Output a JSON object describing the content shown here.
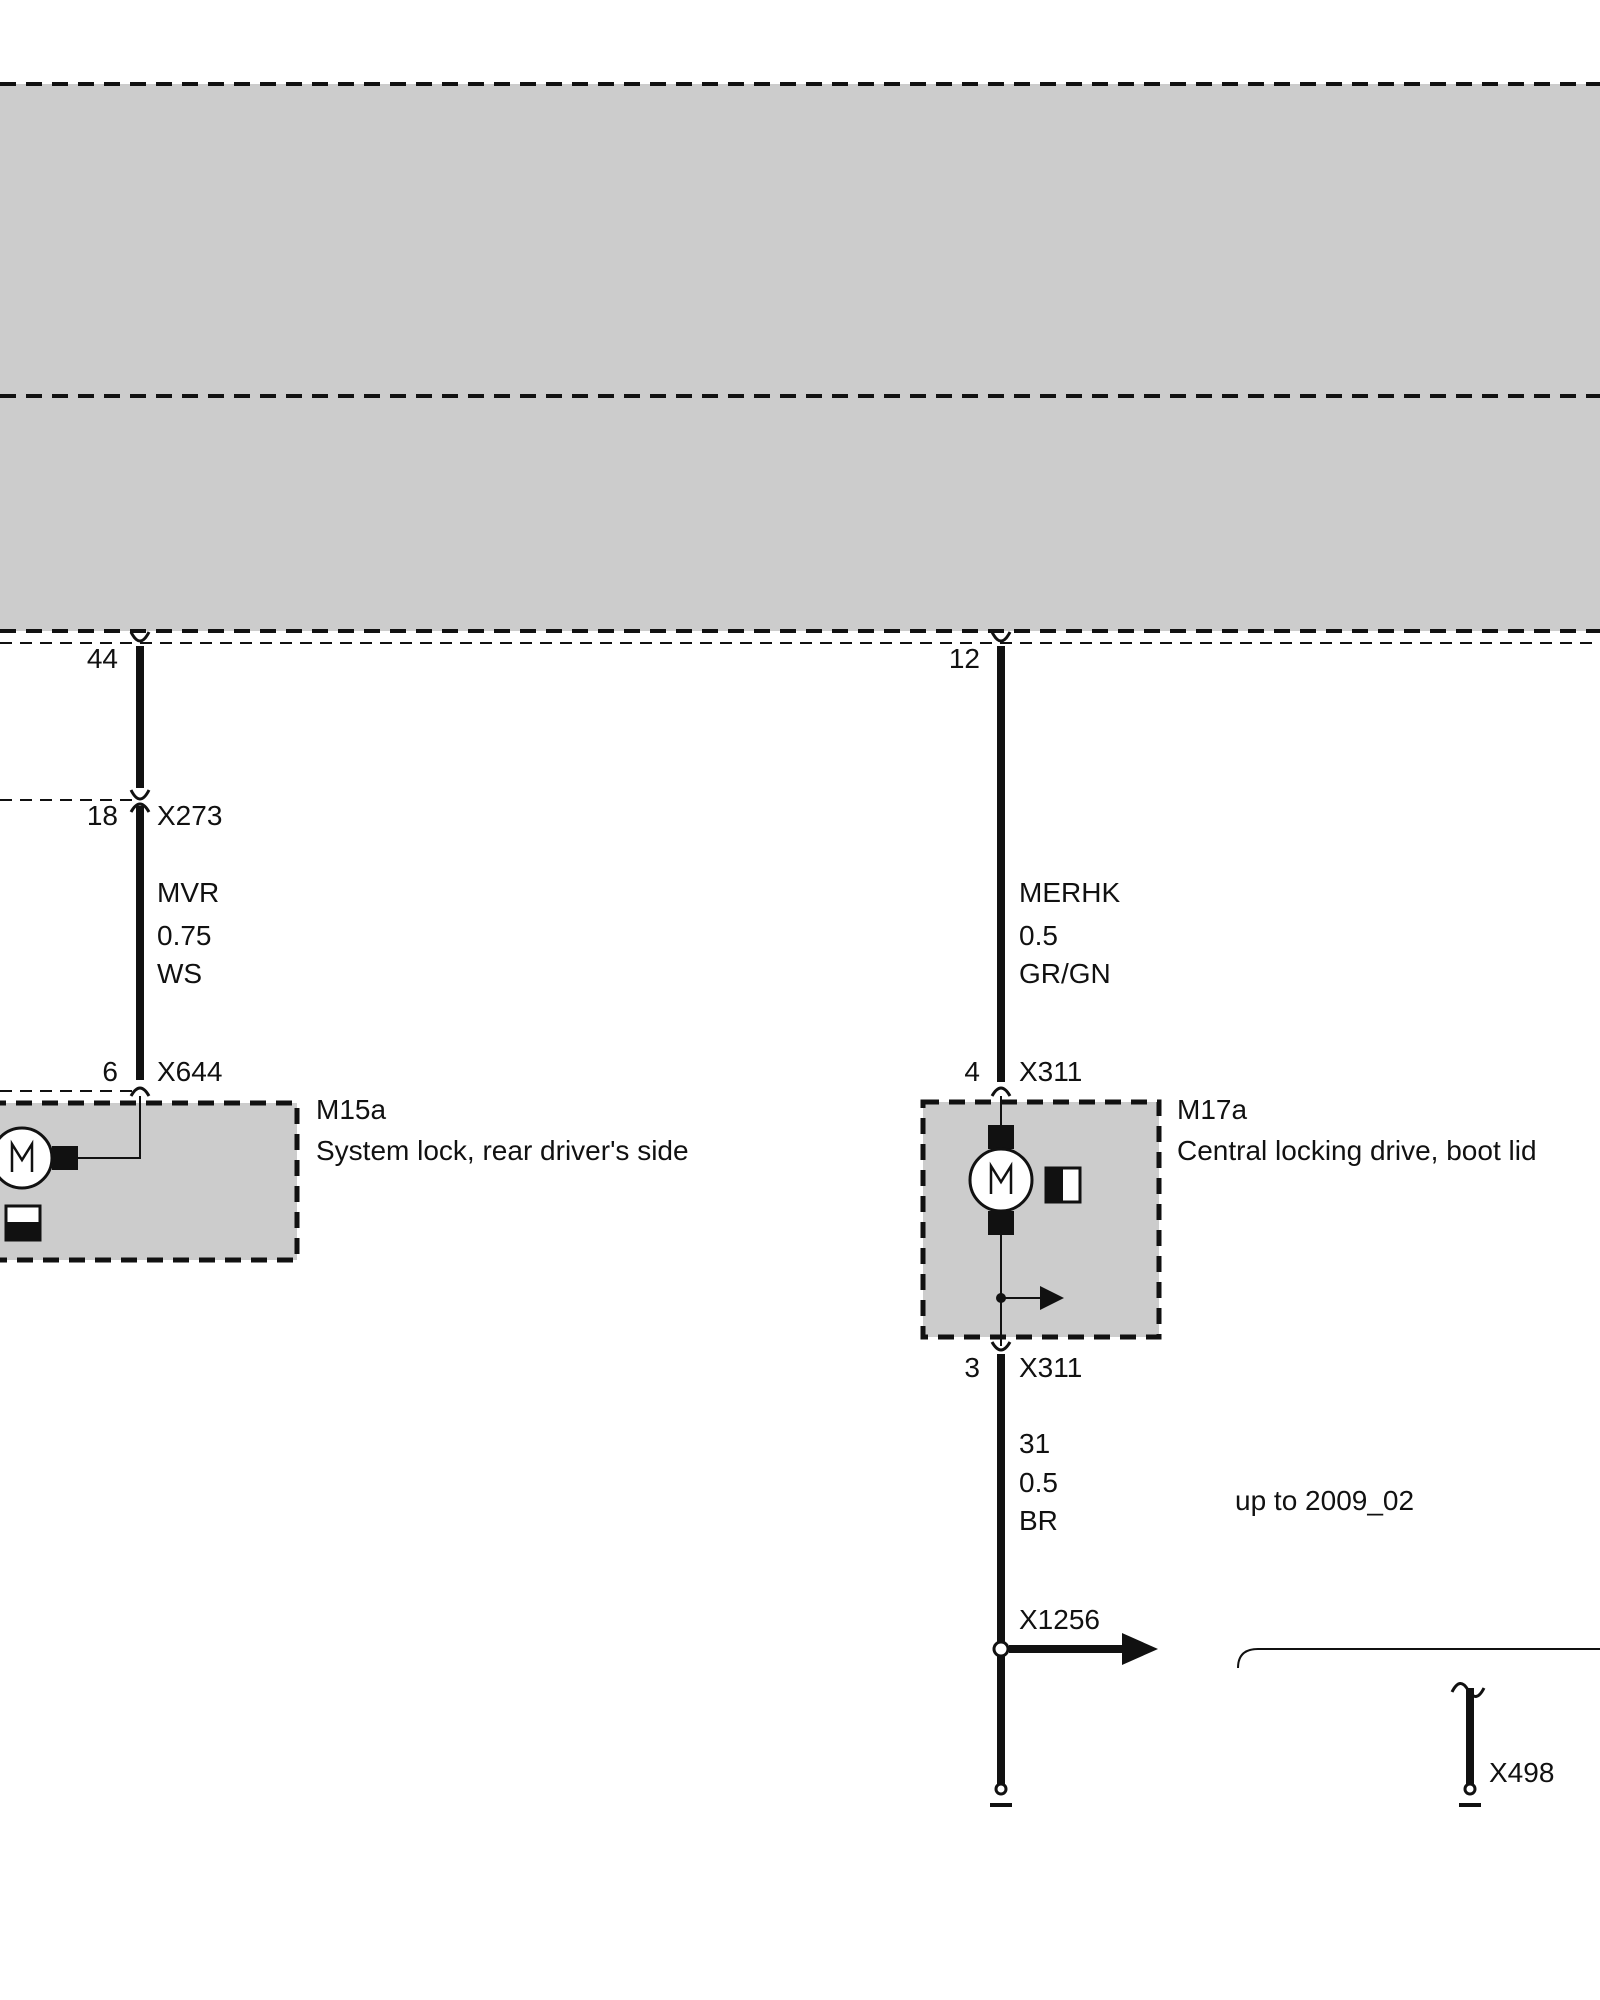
{
  "upper_connector": {
    "pin_left": "44",
    "pin_right": "12"
  },
  "left_circuit": {
    "inline_connector": {
      "pin": "18",
      "id": "X273"
    },
    "wire": {
      "signal": "MVR",
      "size": "0.75",
      "color": "WS"
    },
    "component_connector": {
      "pin": "6",
      "id": "X644"
    },
    "component": {
      "code": "M15a",
      "description": "System lock, rear driver's side"
    }
  },
  "right_circuit": {
    "top_connector": {
      "pin": "4",
      "id": "X311"
    },
    "wire_top": {
      "signal": "MERHK",
      "size": "0.5",
      "color": "GR/GN"
    },
    "component": {
      "code": "M17a",
      "description": "Central locking drive, boot lid"
    },
    "bottom_connector": {
      "pin": "3",
      "id": "X311"
    },
    "wire_bottom": {
      "signal": "31",
      "size": "0.5",
      "color": "BR"
    },
    "splice": {
      "id": "X1256"
    }
  },
  "variant_note": "up to 2009_02",
  "ground_point": {
    "id": "X498"
  },
  "colors": {
    "module_fill": "#cccccc",
    "line": "#111111",
    "background": "#ffffff"
  },
  "icons": [
    "motor-icon",
    "position-switch-icon",
    "arrow-right-icon",
    "ground-icon"
  ]
}
